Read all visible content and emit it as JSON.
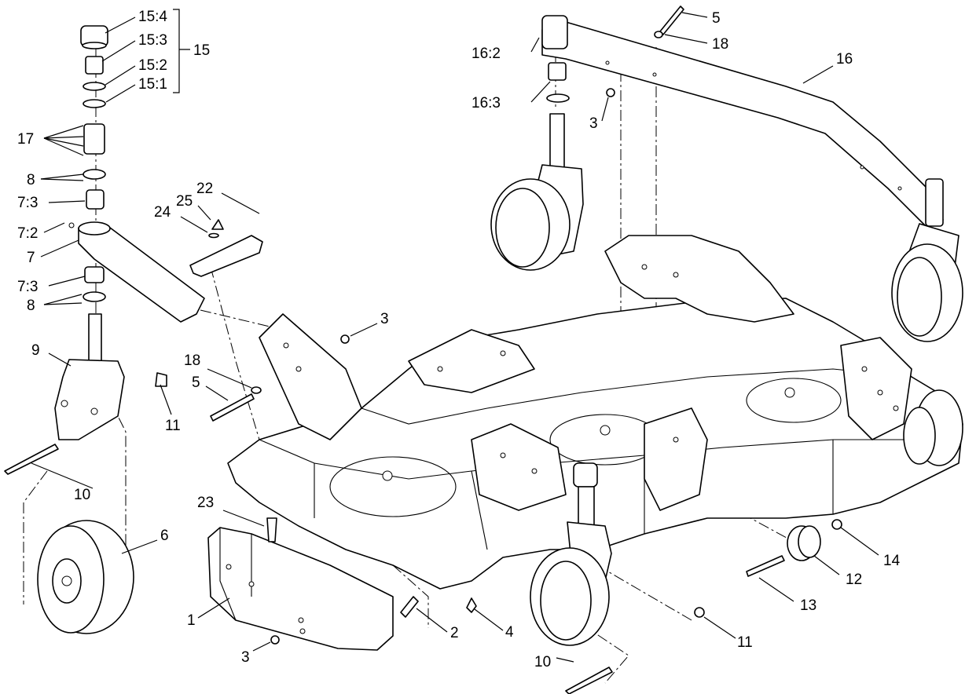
{
  "callouts": [
    {
      "label": "15:4"
    },
    {
      "label": "15:3"
    },
    {
      "label": "15:2"
    },
    {
      "label": "15:1"
    },
    {
      "label": "15"
    },
    {
      "label": "17"
    },
    {
      "label": "8"
    },
    {
      "label": "7:3"
    },
    {
      "label": "7:2"
    },
    {
      "label": "7"
    },
    {
      "label": "7:3"
    },
    {
      "label": "8"
    },
    {
      "label": "9"
    },
    {
      "label": "11"
    },
    {
      "label": "10"
    },
    {
      "label": "6"
    },
    {
      "label": "22"
    },
    {
      "label": "25"
    },
    {
      "label": "24"
    },
    {
      "label": "3"
    },
    {
      "label": "18"
    },
    {
      "label": "5"
    },
    {
      "label": "23"
    },
    {
      "label": "1"
    },
    {
      "label": "3"
    },
    {
      "label": "2"
    },
    {
      "label": "4"
    },
    {
      "label": "10"
    },
    {
      "label": "11"
    },
    {
      "label": "13"
    },
    {
      "label": "12"
    },
    {
      "label": "14"
    },
    {
      "label": "5"
    },
    {
      "label": "18"
    },
    {
      "label": "16"
    },
    {
      "label": "16:2"
    },
    {
      "label": "16:3"
    },
    {
      "label": "3"
    }
  ]
}
